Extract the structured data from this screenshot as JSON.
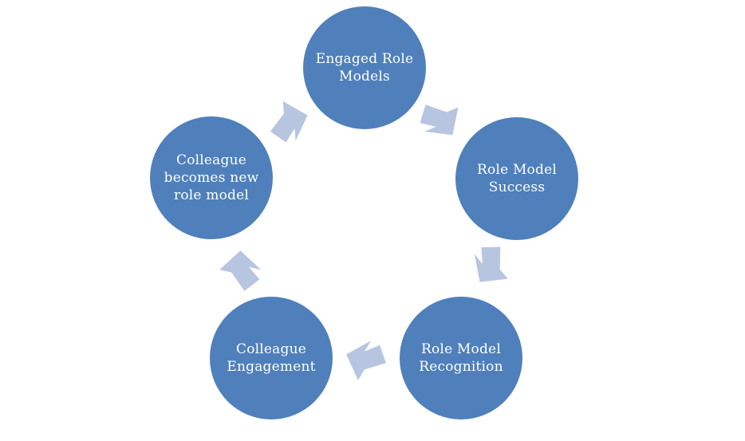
{
  "diagram": {
    "type": "cycle",
    "colors": {
      "background": "#ffffff",
      "node_fill": "#4f80bc",
      "node_text": "#ffffff",
      "arrow_fill": "#b7c5e1"
    },
    "nodes": [
      {
        "id": "engaged-role-models",
        "label": "Engaged Role\nModels"
      },
      {
        "id": "role-model-success",
        "label": "Role Model\nSuccess"
      },
      {
        "id": "role-model-recognition",
        "label": "Role Model\nRecognition"
      },
      {
        "id": "colleague-engagement",
        "label": "Colleague\nEngagement"
      },
      {
        "id": "colleague-becomes-new-role-model",
        "label": "Colleague\nbecomes new\nrole model"
      }
    ],
    "arrows": [
      {
        "from": "engaged-role-models",
        "to": "role-model-success",
        "direction_deg": 36
      },
      {
        "from": "role-model-success",
        "to": "role-model-recognition",
        "direction_deg": 108
      },
      {
        "from": "role-model-recognition",
        "to": "colleague-engagement",
        "direction_deg": 180
      },
      {
        "from": "colleague-engagement",
        "to": "colleague-becomes-new-role-model",
        "direction_deg": 252
      },
      {
        "from": "colleague-becomes-new-role-model",
        "to": "engaged-role-models",
        "direction_deg": 324
      }
    ]
  }
}
